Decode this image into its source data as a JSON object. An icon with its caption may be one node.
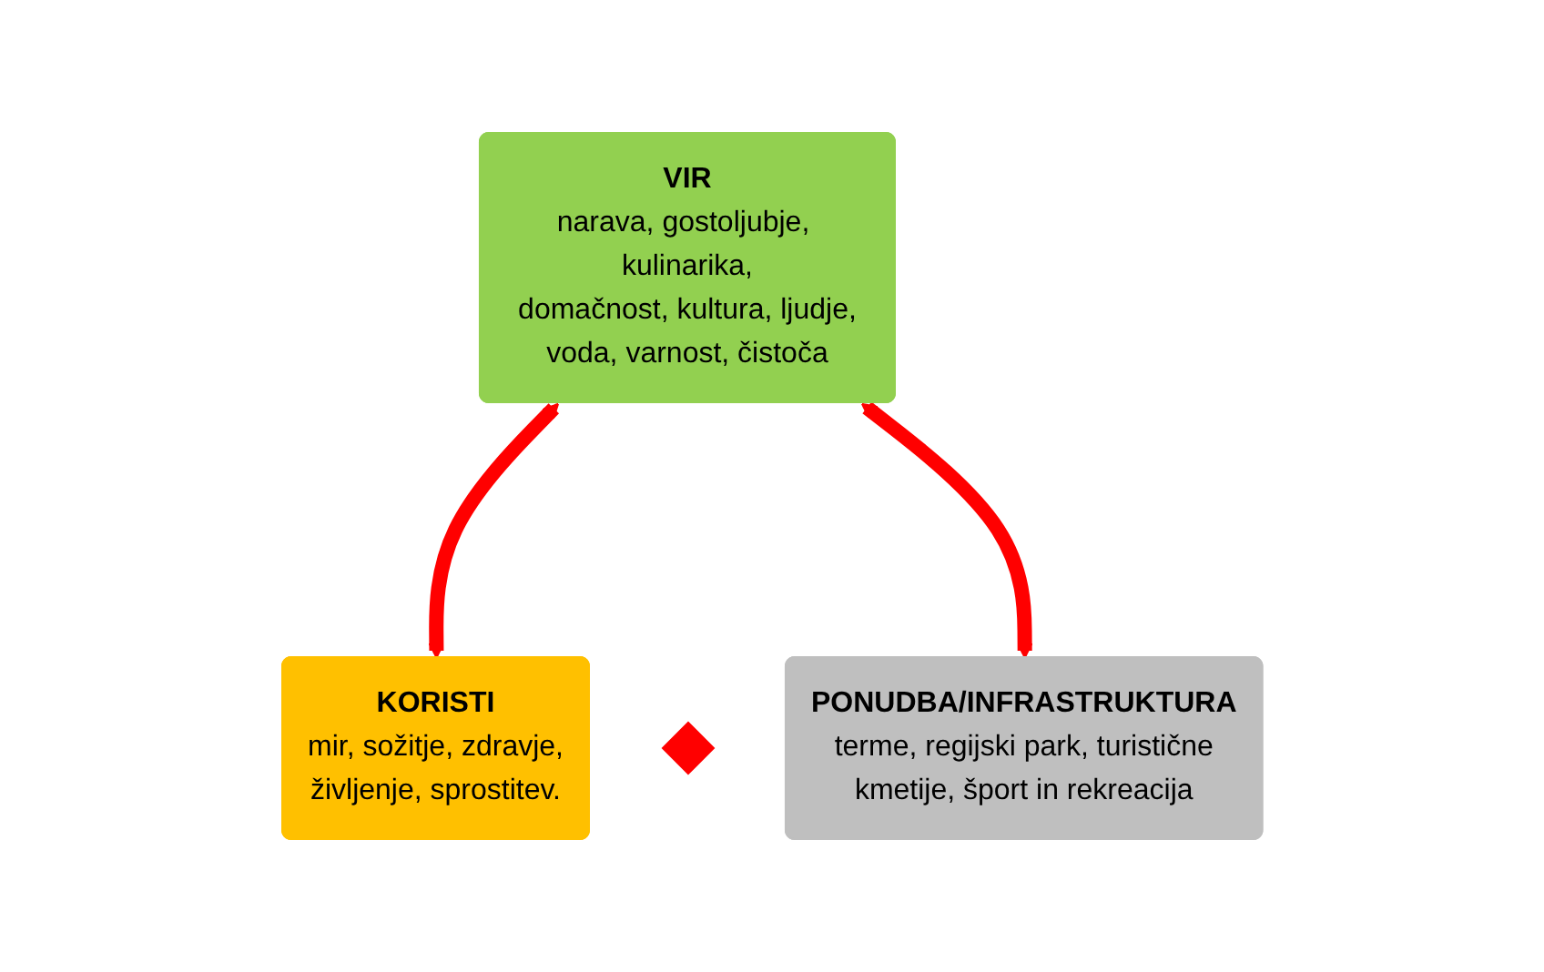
{
  "diagram": {
    "nodes": [
      {
        "text": [
          "VIR",
          "narava, gostoljubje, kulinarika, domačnost, kultura, ljudje, voda, varnost, čistoča"
        ]
      },
      {
        "text": [
          "KORISTI",
          "mir, sožitje, zdravje, življenje, sprostitev."
        ]
      },
      {
        "text": [],
        "shape": "diamond"
      },
      {
        "text": [
          "PONUDBA/INFRASTRUKTURA",
          "terme, regijski park, turistične kmetije, šport in rekreacija"
        ]
      }
    ],
    "edges": [
      {
        "from": 0,
        "to": 1,
        "arrow": "both"
      },
      {
        "from": 0,
        "to": 3,
        "arrow": "both"
      }
    ]
  }
}
